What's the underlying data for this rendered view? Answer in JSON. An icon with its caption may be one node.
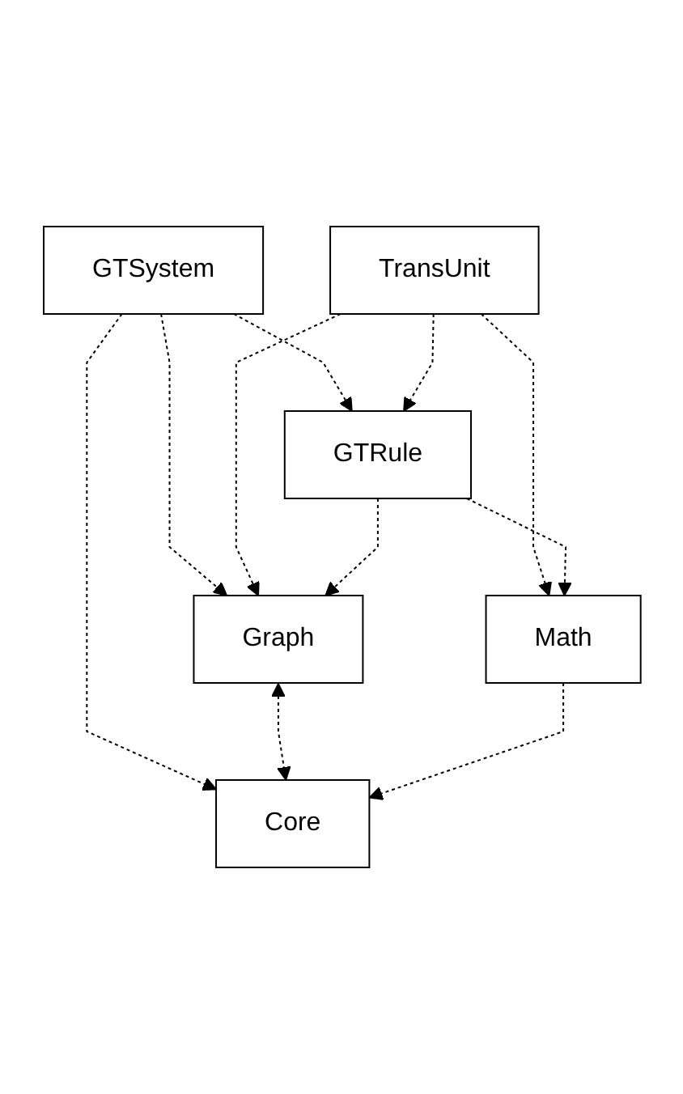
{
  "diagram": {
    "nodes": [
      {
        "text": [
          "GTSystem"
        ]
      },
      {
        "text": [
          "TransUnit"
        ]
      },
      {
        "text": [
          "GTRule"
        ]
      },
      {
        "text": [
          "Graph"
        ]
      },
      {
        "text": [
          "Math"
        ]
      },
      {
        "text": [
          "Core"
        ]
      }
    ],
    "edges": [
      {
        "from": 0,
        "to": 5,
        "arrow": "to",
        "style": "dashed"
      },
      {
        "from": 0,
        "to": 3,
        "arrow": "to",
        "style": "dashed"
      },
      {
        "from": 0,
        "to": 2,
        "arrow": "to",
        "style": "dashed"
      },
      {
        "from": 1,
        "to": 2,
        "arrow": "to",
        "style": "dashed"
      },
      {
        "from": 1,
        "to": 4,
        "arrow": "to",
        "style": "dashed"
      },
      {
        "from": 1,
        "to": 3,
        "arrow": "to",
        "style": "dashed"
      },
      {
        "from": 2,
        "to": 3,
        "arrow": "to",
        "style": "dashed"
      },
      {
        "from": 2,
        "to": 4,
        "arrow": "to",
        "style": "dashed"
      },
      {
        "from": 3,
        "to": 5,
        "arrow": "both",
        "style": "dashed"
      },
      {
        "from": 4,
        "to": 5,
        "arrow": "to",
        "style": "dashed"
      }
    ]
  }
}
